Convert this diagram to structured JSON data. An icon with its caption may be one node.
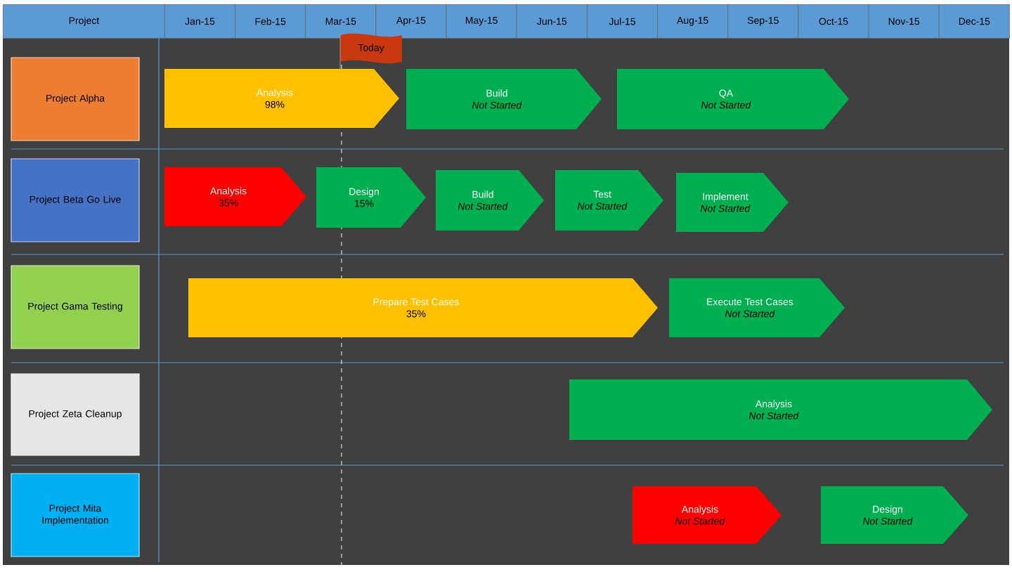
{
  "diagram": {
    "nodes": [
      {
        "text": [
          "Today"
        ]
      },
      {
        "text": [
          "Project Alpha"
        ]
      },
      {
        "text": [
          "Analysis",
          "98%"
        ]
      },
      {
        "text": [
          "Build",
          "*Not Started*"
        ]
      },
      {
        "text": [
          "QA",
          "*Not Started*"
        ]
      },
      {
        "text": [
          "Project Beta Go Live"
        ]
      },
      {
        "text": [
          "Analysis",
          "35%"
        ]
      },
      {
        "text": [
          "Design",
          "15%"
        ]
      },
      {
        "text": [
          "Build",
          "*Not Started*"
        ]
      },
      {
        "text": [
          "Test",
          "*Not Started*"
        ]
      },
      {
        "text": [
          "Implement",
          "*Not Started*"
        ]
      },
      {
        "text": [
          "Project Gama Testing"
        ]
      },
      {
        "text": [
          "Prepare Test Cases",
          "35%"
        ]
      },
      {
        "text": [
          "Execute Test Cases",
          "*Not Started*"
        ]
      },
      {
        "text": [
          "Project Zeta Cleanup"
        ]
      },
      {
        "text": [
          "Analysis",
          "*Not Started*"
        ]
      },
      {
        "text": [
          "Project Mita Implementation"
        ]
      },
      {
        "text": [
          "Analysis",
          "*Not Started*"
        ]
      },
      {
        "text": [
          "Design",
          "*Not Started*"
        ]
      }
    ],
    "labels": [
      "Project",
      "Jan-15",
      "Feb-15",
      "Mar-15",
      "Apr-15",
      "May-15",
      "Jun-15",
      "Jul-15",
      "Aug-15",
      "Sep-15",
      "Oct-15",
      "Nov-15",
      "Dec-15"
    ]
  }
}
